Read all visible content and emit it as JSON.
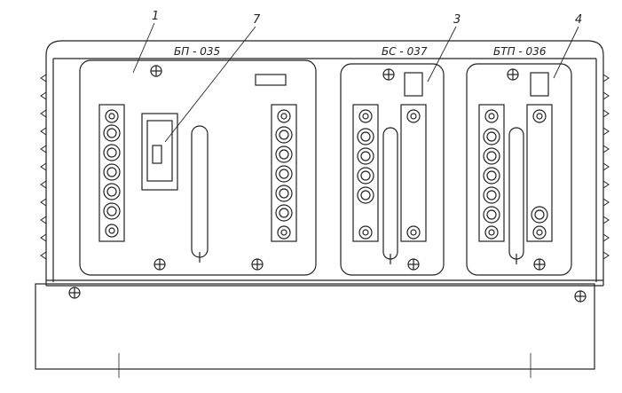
{
  "callouts": {
    "c1": "1",
    "c7": "7",
    "c3": "3",
    "c4": "4"
  },
  "modules": {
    "m1": "БП - 035",
    "m2": "БС - 037",
    "m3": "БТП - 036"
  },
  "colors": {
    "ink": "#222222",
    "paper": "#ffffff"
  }
}
